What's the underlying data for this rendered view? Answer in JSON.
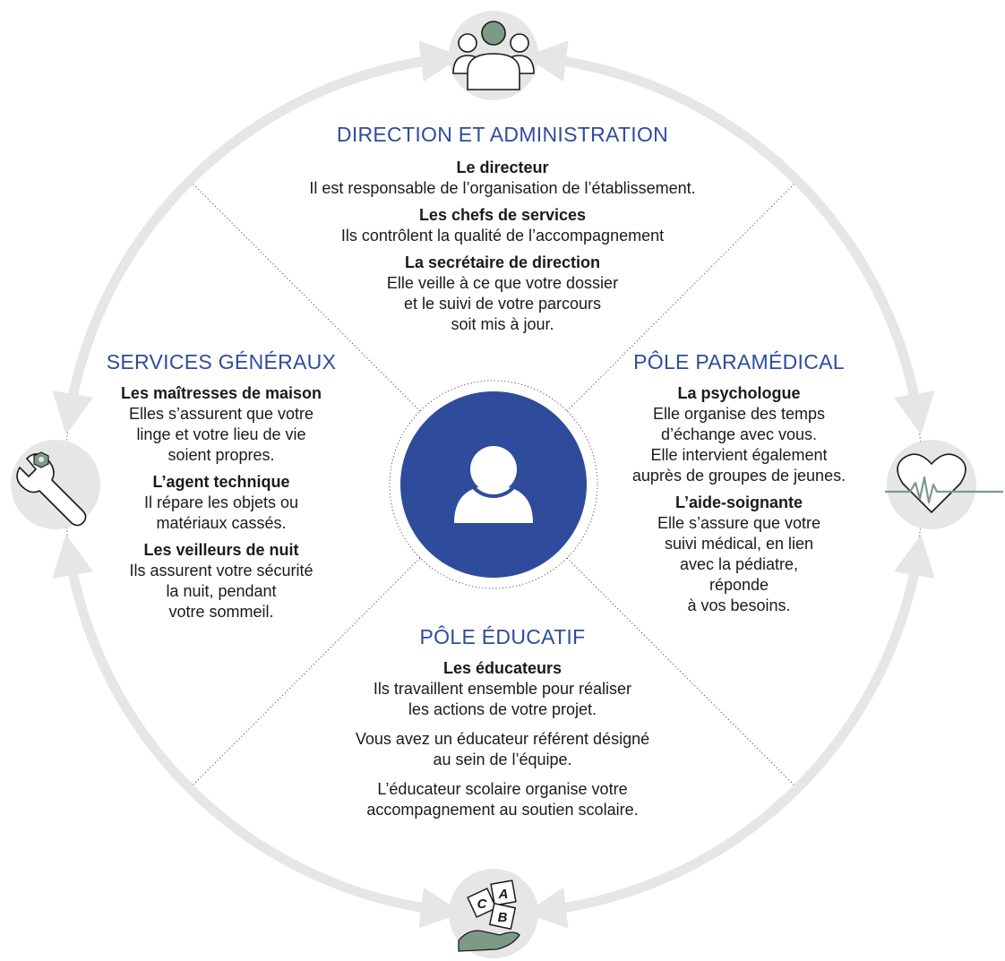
{
  "sections": {
    "direction": {
      "title": "DIRECTION ET ADMINISTRATION",
      "entries": [
        {
          "title": "Le directeur",
          "desc": "Il est responsable de l’organisation de l’établissement."
        },
        {
          "title": "Les chefs de services",
          "desc": "Ils contrôlent la qualité de l’accompagnement"
        },
        {
          "title": "La secrétaire de direction",
          "desc": "Elle veille à ce que votre dossier\net le suivi de votre parcours\nsoit mis à jour."
        }
      ]
    },
    "generaux": {
      "title": "SERVICES GÉNÉRAUX",
      "entries": [
        {
          "title": "Les maîtresses de maison",
          "desc": "Elles s’assurent que votre\nlinge et votre lieu de vie\nsoient propres."
        },
        {
          "title": "L’agent technique",
          "desc": "Il répare les objets ou\nmatériaux cassés."
        },
        {
          "title": "Les veilleurs de nuit",
          "desc": "Ils assurent votre sécurité\nla nuit, pendant\nvotre sommeil."
        }
      ]
    },
    "paramedical": {
      "title": "PÔLE PARAMÉDICAL",
      "entries": [
        {
          "title": "La psychologue",
          "desc": "Elle organise des temps\nd’échange avec vous.\nElle intervient également\nauprès de groupes de jeunes."
        },
        {
          "title": "L’aide-soignante",
          "desc": "Elle s’assure que votre\nsuivi médical, en lien\navec la pédiatre,\nréponde\nà vos besoins."
        }
      ]
    },
    "educatif": {
      "title": "PÔLE ÉDUCATIF",
      "entries": [
        {
          "title": "Les éducateurs",
          "desc": "Ils travaillent ensemble pour réaliser\nles actions de votre projet."
        }
      ],
      "notes": [
        "Vous avez un éducateur référent désigné\nau sein de l’équipe.",
        "L’éducateur scolaire organise votre\naccompagnement au soutien scolaire."
      ]
    }
  },
  "icons": {
    "top": "group-of-people-icon",
    "left": "wrench-icon",
    "right": "heart-pulse-icon",
    "bottom": "abc-blocks-hand-icon",
    "center": "person-icon"
  },
  "icon_letters": [
    "A",
    "B",
    "C"
  ],
  "colors": {
    "title_blue": "#2f4b9b",
    "center_blue": "#2f4b9b",
    "ring_gray": "#e6e6e6",
    "icon_green": "#7d9a89",
    "text": "#1a1a1a"
  }
}
